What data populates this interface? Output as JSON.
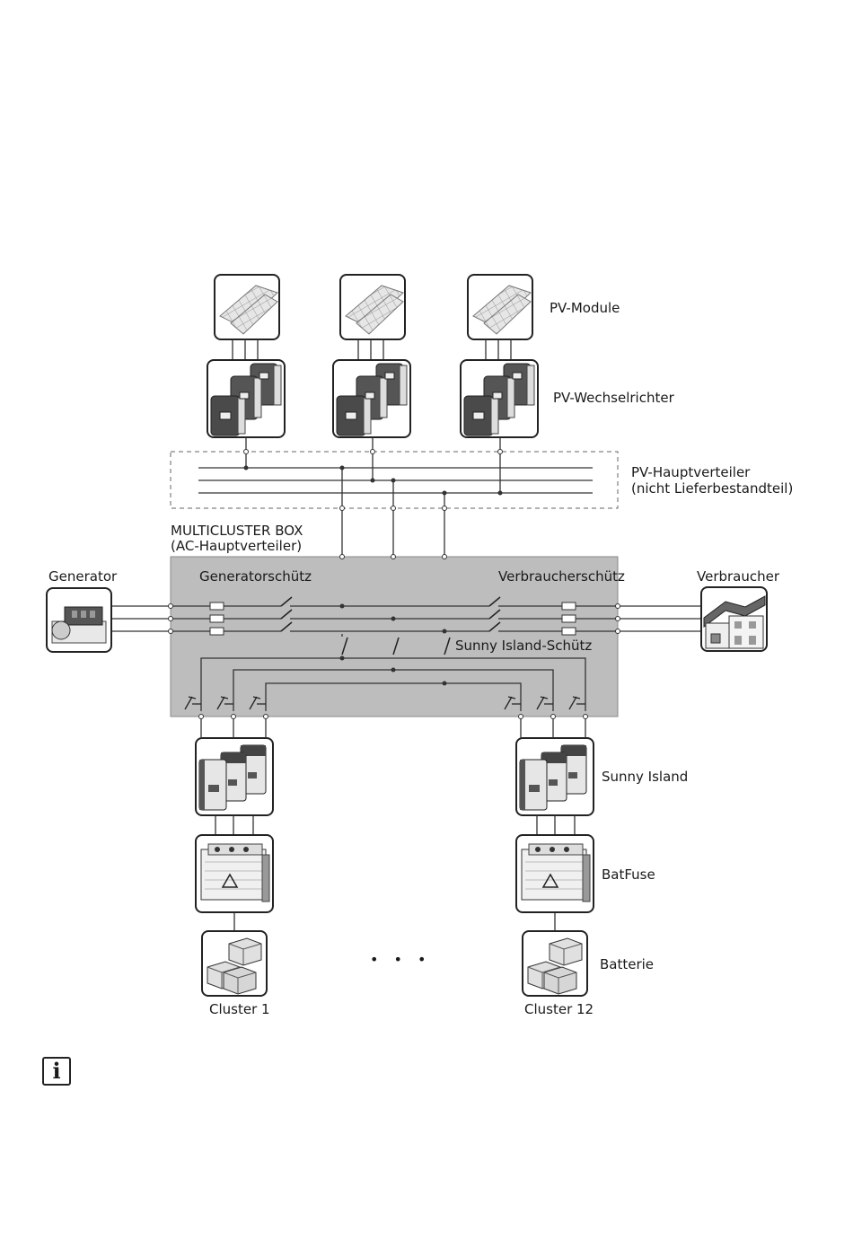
{
  "labels": {
    "pv_module": "PV-Module",
    "pv_inverter": "PV-Wechselrichter",
    "pv_main_distribution_line1": "PV-Hauptverteiler",
    "pv_main_distribution_line2": "(nicht Lieferbestandteil)",
    "multicluster_box_line1": "MULTICLUSTER BOX",
    "multicluster_box_line2": "(AC-Hauptverteiler)",
    "generator": "Generator",
    "generator_contactor": "Generatorschütz",
    "load_contactor": "Verbraucherschütz",
    "loads": "Verbraucher",
    "sunny_island_contactor": "Sunny Island-Schütz",
    "sunny_island": "Sunny Island",
    "batfuse": "BatFuse",
    "battery": "Batterie",
    "cluster_first": "Cluster 1",
    "cluster_last": "Cluster 12",
    "ellipsis": "• • •"
  },
  "info_icon": {
    "icon": "info-icon",
    "glyph": "i"
  },
  "colors": {
    "box_fill": "#bdbdbd",
    "line": "#333333",
    "device_dark": "#4a4a4a",
    "device_light": "#d9d9d9"
  }
}
